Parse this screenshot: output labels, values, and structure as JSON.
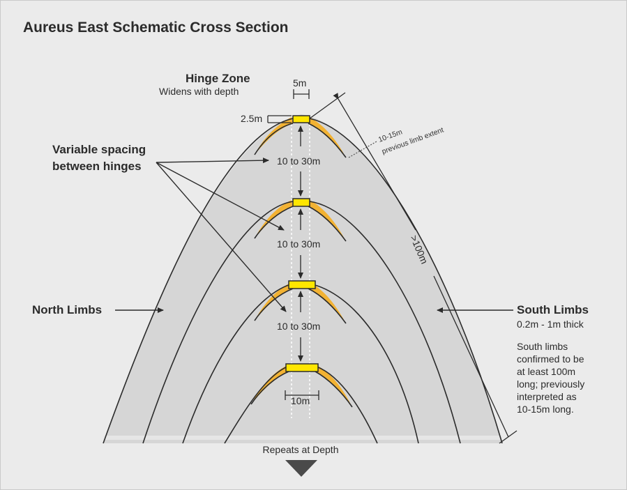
{
  "title": "Aureus East Schematic Cross Section",
  "hinge_zone": {
    "label": "Hinge Zone",
    "sublabel": "Widens with depth"
  },
  "dimensions": {
    "top_width": "5m",
    "top_height": "2.5m",
    "bottom_width": "10m",
    "length": ">100m"
  },
  "previous_extent": {
    "line1": "10-15m",
    "line2": "previous limb extent"
  },
  "spacing": {
    "line1": "Variable spacing",
    "line2": "between hinges",
    "values": [
      "10 to 30m",
      "10 to 30m",
      "10 to 30m"
    ]
  },
  "north_limbs": {
    "label": "North Limbs"
  },
  "south_limbs": {
    "label": "South Limbs",
    "thickness": "0.2m - 1m thick",
    "note": [
      "South limbs",
      "confirmed to be",
      "at least 100m",
      "long; previously",
      "interpreted as",
      "10-15m long."
    ]
  },
  "repeats": "Repeats at Depth",
  "colors": {
    "background": "#ebebeb",
    "fold_fill": "#d6d6d6",
    "limb_yellow": "#f2b233",
    "hinge_yellow": "#ffe600",
    "line": "#2b2b2b"
  }
}
